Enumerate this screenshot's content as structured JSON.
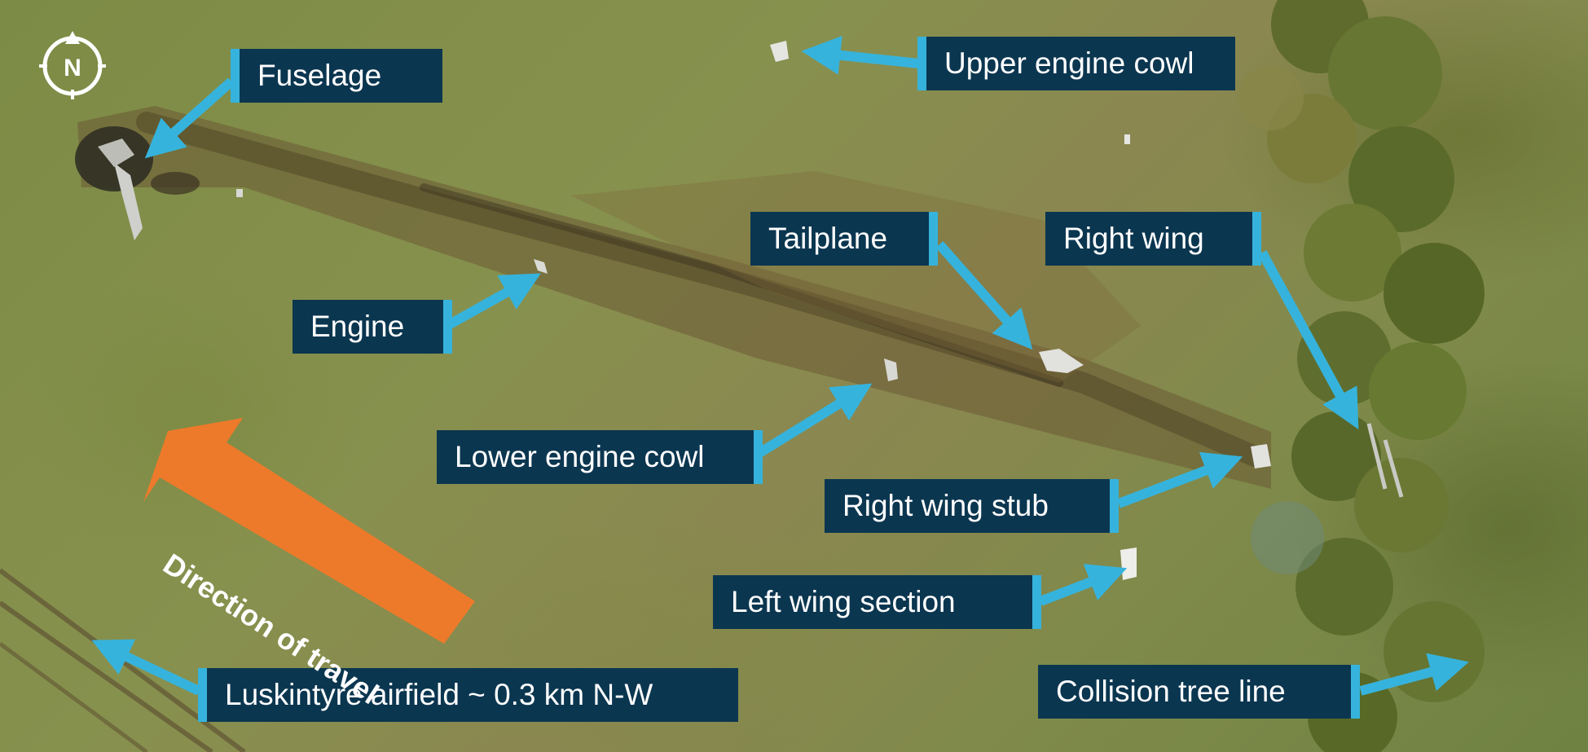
{
  "labels": {
    "fuselage": "Fuselage",
    "upper_engine_cowl": "Upper engine cowl",
    "tailplane": "Tailplane",
    "right_wing": "Right wing",
    "engine": "Engine",
    "lower_engine_cowl": "Lower engine cowl",
    "right_wing_stub": "Right wing stub",
    "left_wing_section": "Left wing section",
    "airfield": "Luskintyre airfield ~ 0.3 km N-W",
    "collision_tree_line": "Collision tree line"
  },
  "direction_arrow": {
    "text": "Direction of travel",
    "color": "#ed7a2a"
  },
  "compass": {
    "letter": "N"
  },
  "colors": {
    "label_background": "#0b3650",
    "label_accent": "#36b3dc",
    "pointer_arrow": "#36b3dc",
    "label_text": "#ffffff"
  },
  "icons": [
    "north-compass-icon"
  ]
}
